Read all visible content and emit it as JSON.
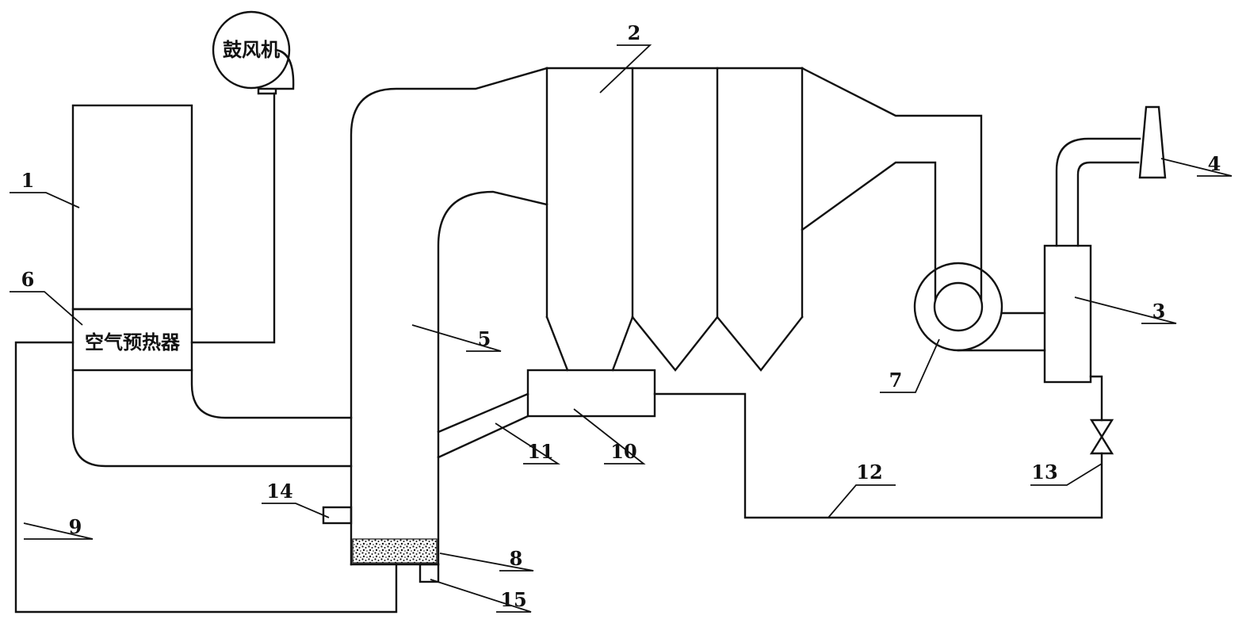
{
  "blower": {
    "label": "鼓风机"
  },
  "air_preheater": {
    "label": "空气预热器"
  },
  "callouts": [
    {
      "id": "c1",
      "text": "1"
    },
    {
      "id": "c2",
      "text": "2"
    },
    {
      "id": "c3",
      "text": "3"
    },
    {
      "id": "c4",
      "text": "4"
    },
    {
      "id": "c5",
      "text": "5"
    },
    {
      "id": "c6",
      "text": "6"
    },
    {
      "id": "c7",
      "text": "7"
    },
    {
      "id": "c8",
      "text": "8"
    },
    {
      "id": "c9",
      "text": "9"
    },
    {
      "id": "c10",
      "text": "10"
    },
    {
      "id": "c11",
      "text": "11"
    },
    {
      "id": "c12",
      "text": "12"
    },
    {
      "id": "c13",
      "text": "13"
    },
    {
      "id": "c14",
      "text": "14"
    },
    {
      "id": "c15",
      "text": "15"
    }
  ]
}
